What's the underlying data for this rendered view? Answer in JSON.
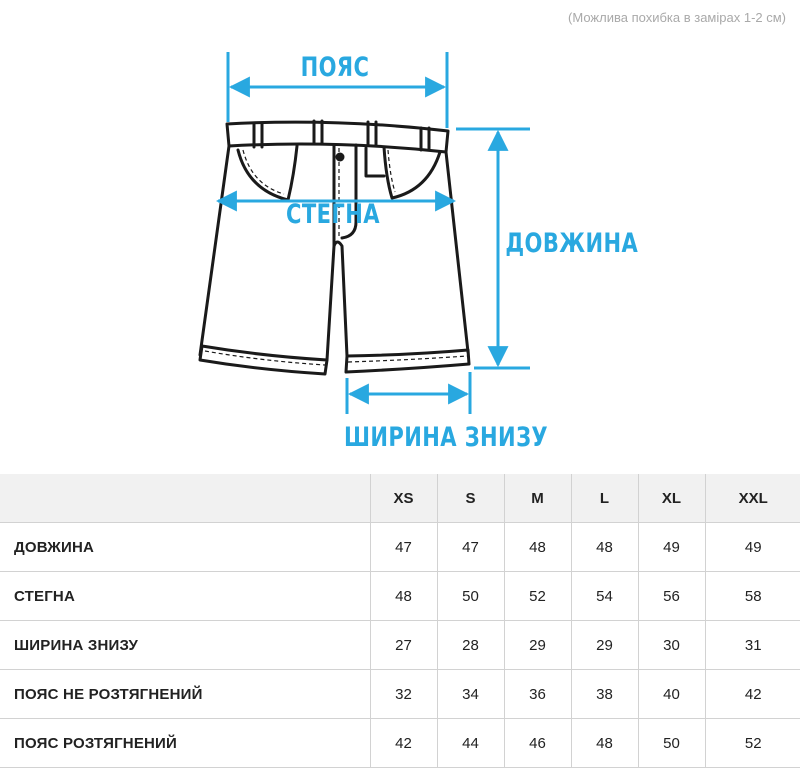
{
  "note": "(Можлива похибка в замірах 1-2 см)",
  "diagram": {
    "labels": {
      "waist": "ПОЯС",
      "hips": "СТЕГНА",
      "length": "ДОВЖИНА",
      "hem_width": "ШИРИНА ЗНИЗУ"
    },
    "accent_color": "#29a8e0",
    "outline_color": "#1a1a1a"
  },
  "table": {
    "sizes": [
      "XS",
      "S",
      "M",
      "L",
      "XL",
      "XXL"
    ],
    "rows": [
      {
        "label": "ДОВЖИНА",
        "values": [
          "47",
          "47",
          "48",
          "48",
          "49",
          "49"
        ]
      },
      {
        "label": "СТЕГНА",
        "values": [
          "48",
          "50",
          "52",
          "54",
          "56",
          "58"
        ]
      },
      {
        "label": "ШИРИНА ЗНИЗУ",
        "values": [
          "27",
          "28",
          "29",
          "29",
          "30",
          "31"
        ]
      },
      {
        "label": "ПОЯС НЕ РОЗТЯГНЕНИЙ",
        "values": [
          "32",
          "34",
          "36",
          "38",
          "40",
          "42"
        ]
      },
      {
        "label": "ПОЯС РОЗТЯГНЕНИЙ",
        "values": [
          "42",
          "44",
          "46",
          "48",
          "50",
          "52"
        ]
      }
    ]
  }
}
